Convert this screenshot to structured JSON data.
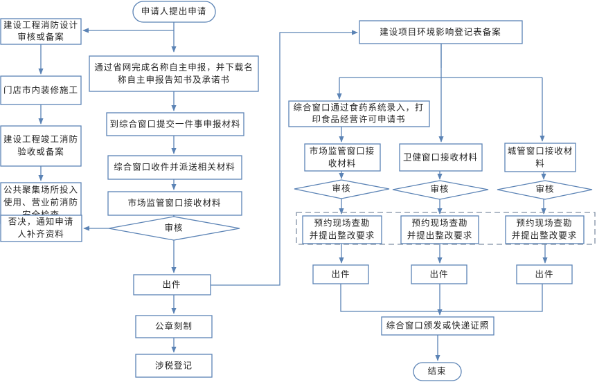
{
  "start": "申请人提出申请",
  "left": [
    [
      "建设工程消防设计",
      "审核或备案"
    ],
    [
      "门店市内装修施工"
    ],
    [
      "建设工程竣工消防",
      "验收或备案"
    ],
    [
      "公共聚集场所投入",
      "使用、营业前消防",
      "安全检查"
    ]
  ],
  "middle": {
    "step1": [
      "通过省网完成名称自主申报，并下载名",
      "称自主申报告知书及承诺书"
    ],
    "step2": "到综合窗口提交一件事申报材料",
    "step3": "综合窗口收件并派送相关材料",
    "step4": "市场监管窗口接收材料",
    "review": "审核",
    "reject": [
      "否决，通知申请",
      "人补齐资料"
    ],
    "issue": "出件",
    "seal": "公章刻制",
    "tax": "涉税登记"
  },
  "right": {
    "env": "建设项目环境影响登记表备案",
    "food": [
      "综合窗口通过食药系统录入，打",
      "印食品经营许可申请书"
    ],
    "windows": [
      [
        "市场监管窗口接",
        "收材料"
      ],
      [
        "卫健窗口接收材料"
      ],
      [
        "城管窗口接收材",
        "料"
      ]
    ],
    "review": "审核",
    "inspect": [
      "预约现场查勘",
      "并提出整改要求"
    ],
    "issue": "出件",
    "deliver": "综合窗口颁发或快递证照",
    "end": "结束"
  },
  "colors": {
    "line": "#5b83b5"
  }
}
